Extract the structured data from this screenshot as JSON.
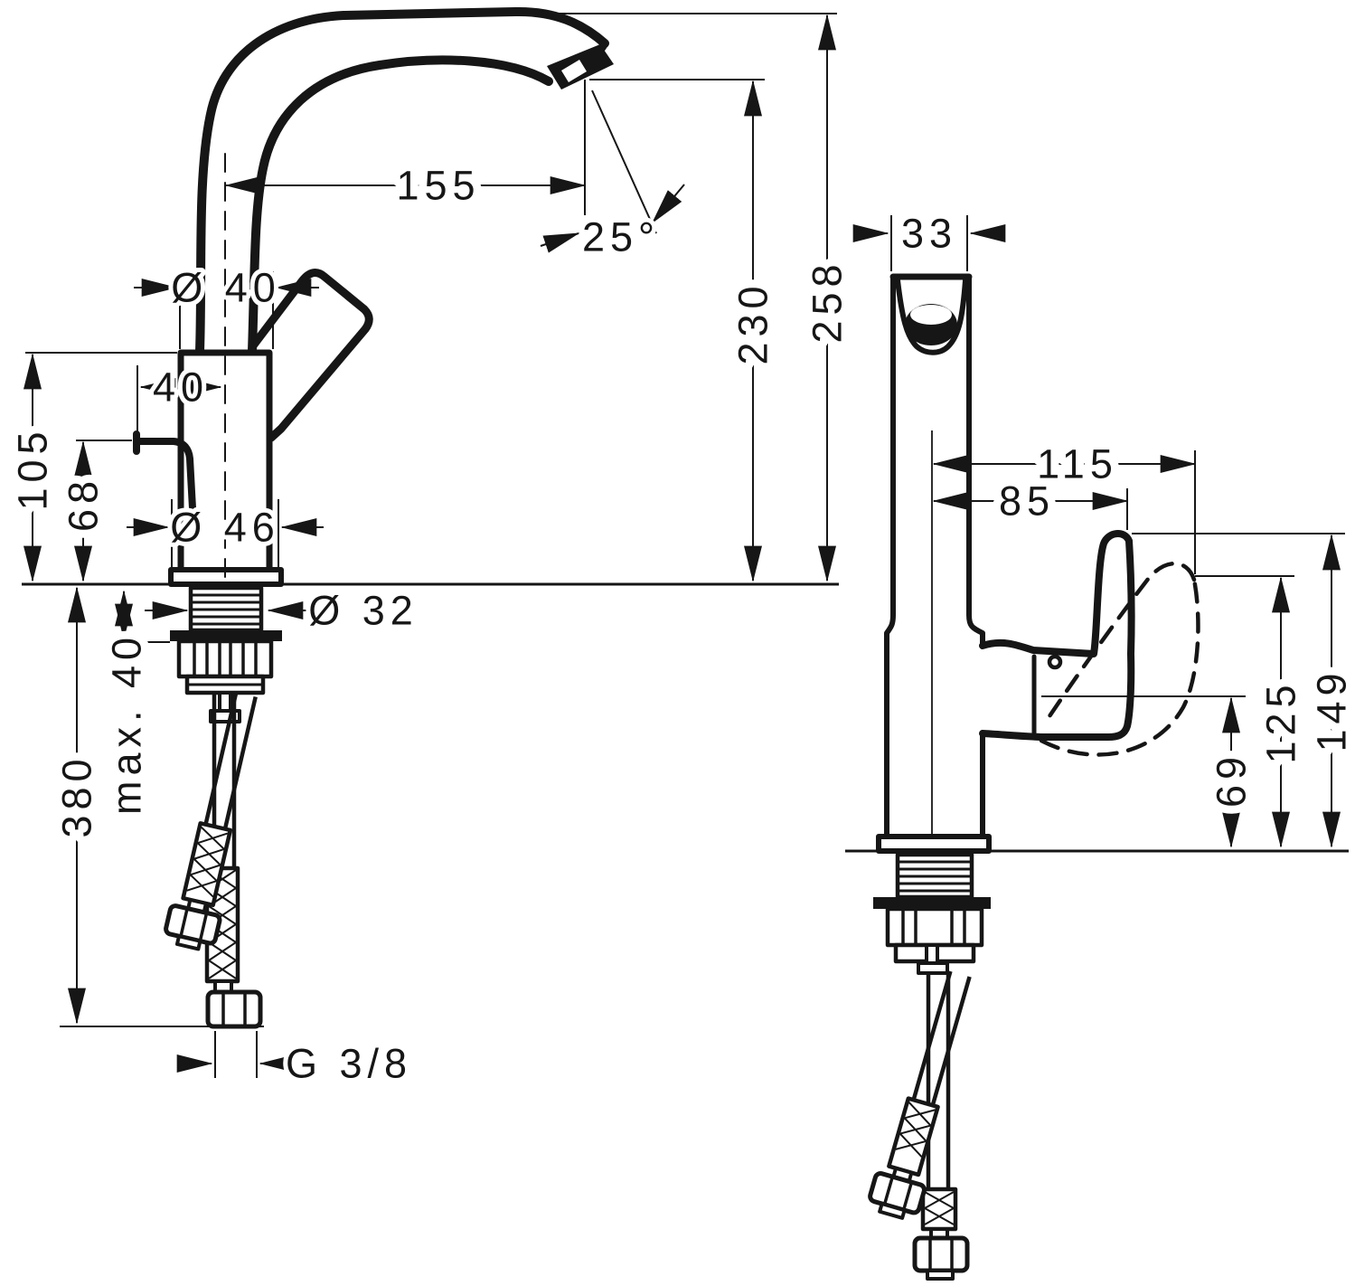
{
  "page": {
    "background": "#ffffff",
    "line_color": "#161616",
    "kind": "two-view faucet dimensional drawing"
  },
  "side_view": {
    "spout_reach": "155",
    "spout_angle": "25°",
    "outlet_height": "230",
    "overall_height": "258",
    "top_diameter": "Ø 40",
    "pull_rod_offset": "40",
    "body_height": "105",
    "pull_rod_height": "68",
    "base_diameter": "Ø 46",
    "shank_diameter": "Ø 32",
    "max_deck_thickness": "max. 40",
    "hose_length": "380",
    "connection_thread": "G 3/8"
  },
  "front_view": {
    "spout_width": "33",
    "handle_swing_reach": "115",
    "handle_reach": "85",
    "handle_height": "149",
    "handle_swing_height": "125",
    "lever_pivot_height": "69"
  }
}
